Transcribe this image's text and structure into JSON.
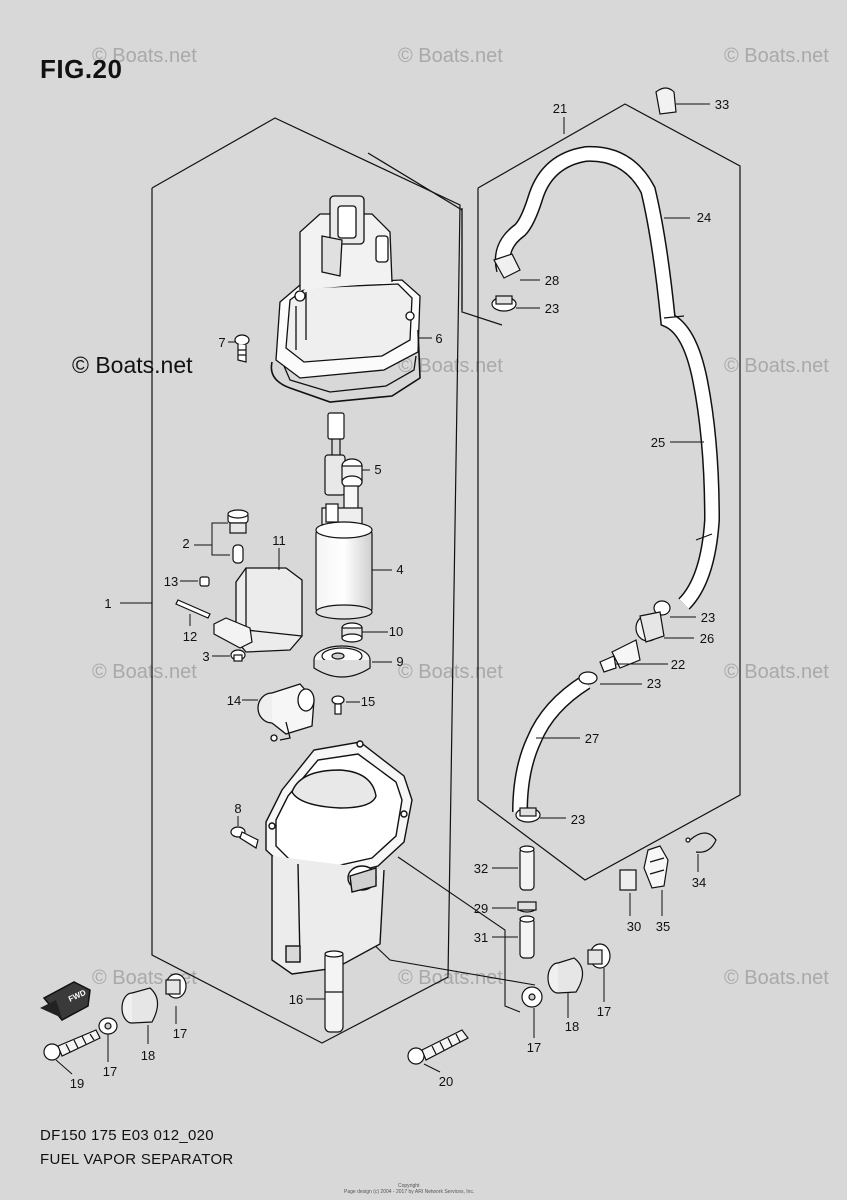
{
  "figure_title": "FIG.20",
  "brand_logo": "© Boats.net",
  "watermark": "© Boats.net",
  "model_code": "DF150 175 E03 012_020",
  "diagram_name": "FUEL VAPOR SEPARATOR",
  "copyright_line": "Copyright",
  "copyright_detail": "Page design (c) 2004 - 2017 by ARI Network Services, Inc.",
  "fwd_label": "FWD",
  "part_callouts": [
    "1",
    "2",
    "3",
    "4",
    "5",
    "6",
    "7",
    "8",
    "9",
    "10",
    "11",
    "12",
    "13",
    "14",
    "15",
    "16",
    "17",
    "18",
    "19",
    "20",
    "21",
    "22",
    "23",
    "24",
    "25",
    "26",
    "27",
    "28",
    "29",
    "30",
    "31",
    "32",
    "33",
    "34",
    "35"
  ],
  "colors": {
    "background": "#d8d8d8",
    "ink": "#111111",
    "watermark": "#a8a8a8"
  }
}
